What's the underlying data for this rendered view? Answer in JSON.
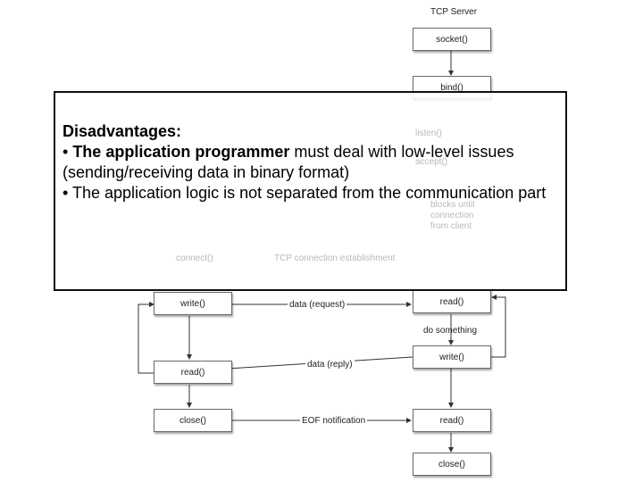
{
  "diagram": {
    "server_title": "TCP Server",
    "server_boxes": {
      "socket": "socket()",
      "bind": "bind()",
      "listen": "listen()",
      "accept": "accept()",
      "read1": "read()",
      "write": "write()",
      "read2": "read()",
      "close": "close()"
    },
    "client_boxes": {
      "connect": "connect()",
      "write": "write()",
      "read": "read()",
      "close": "close()"
    },
    "labels": {
      "conn_establishment": "TCP connection establishment",
      "blocks_until": "blocks until",
      "connection": "connection",
      "from_client": "from client",
      "data_request": "data (request)",
      "do_something": "do something",
      "data_reply": "data (reply)",
      "eof": "EOF notification"
    }
  },
  "overlay": {
    "title": "Disadvantages:",
    "bullet1_bold": "The application programmer",
    "bullet1_rest": " must deal with low-level  issues (sending/receiving  data in binary format)",
    "bullet2": "The application logic is not separated from the communication part"
  }
}
